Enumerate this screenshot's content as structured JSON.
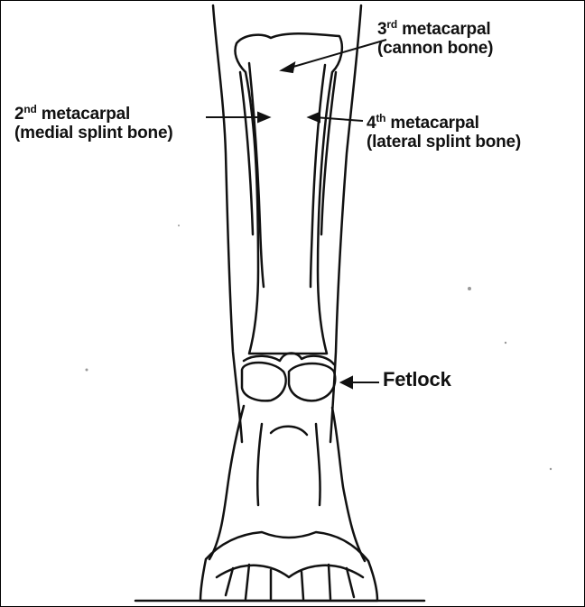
{
  "labels": {
    "third_metacarpal": {
      "num": "3",
      "sup": "rd",
      "name": " metacarpal",
      "detail": "(cannon bone)"
    },
    "second_metacarpal": {
      "num": "2",
      "sup": "nd",
      "name": " metacarpal",
      "detail": "(medial splint bone)"
    },
    "fourth_metacarpal": {
      "num": "4",
      "sup": "th",
      "name": " metacarpal",
      "detail": "(lateral splint bone)"
    },
    "fetlock": {
      "name": "Fetlock"
    }
  },
  "colors": {
    "ink": "#111111",
    "background": "#ffffff"
  }
}
